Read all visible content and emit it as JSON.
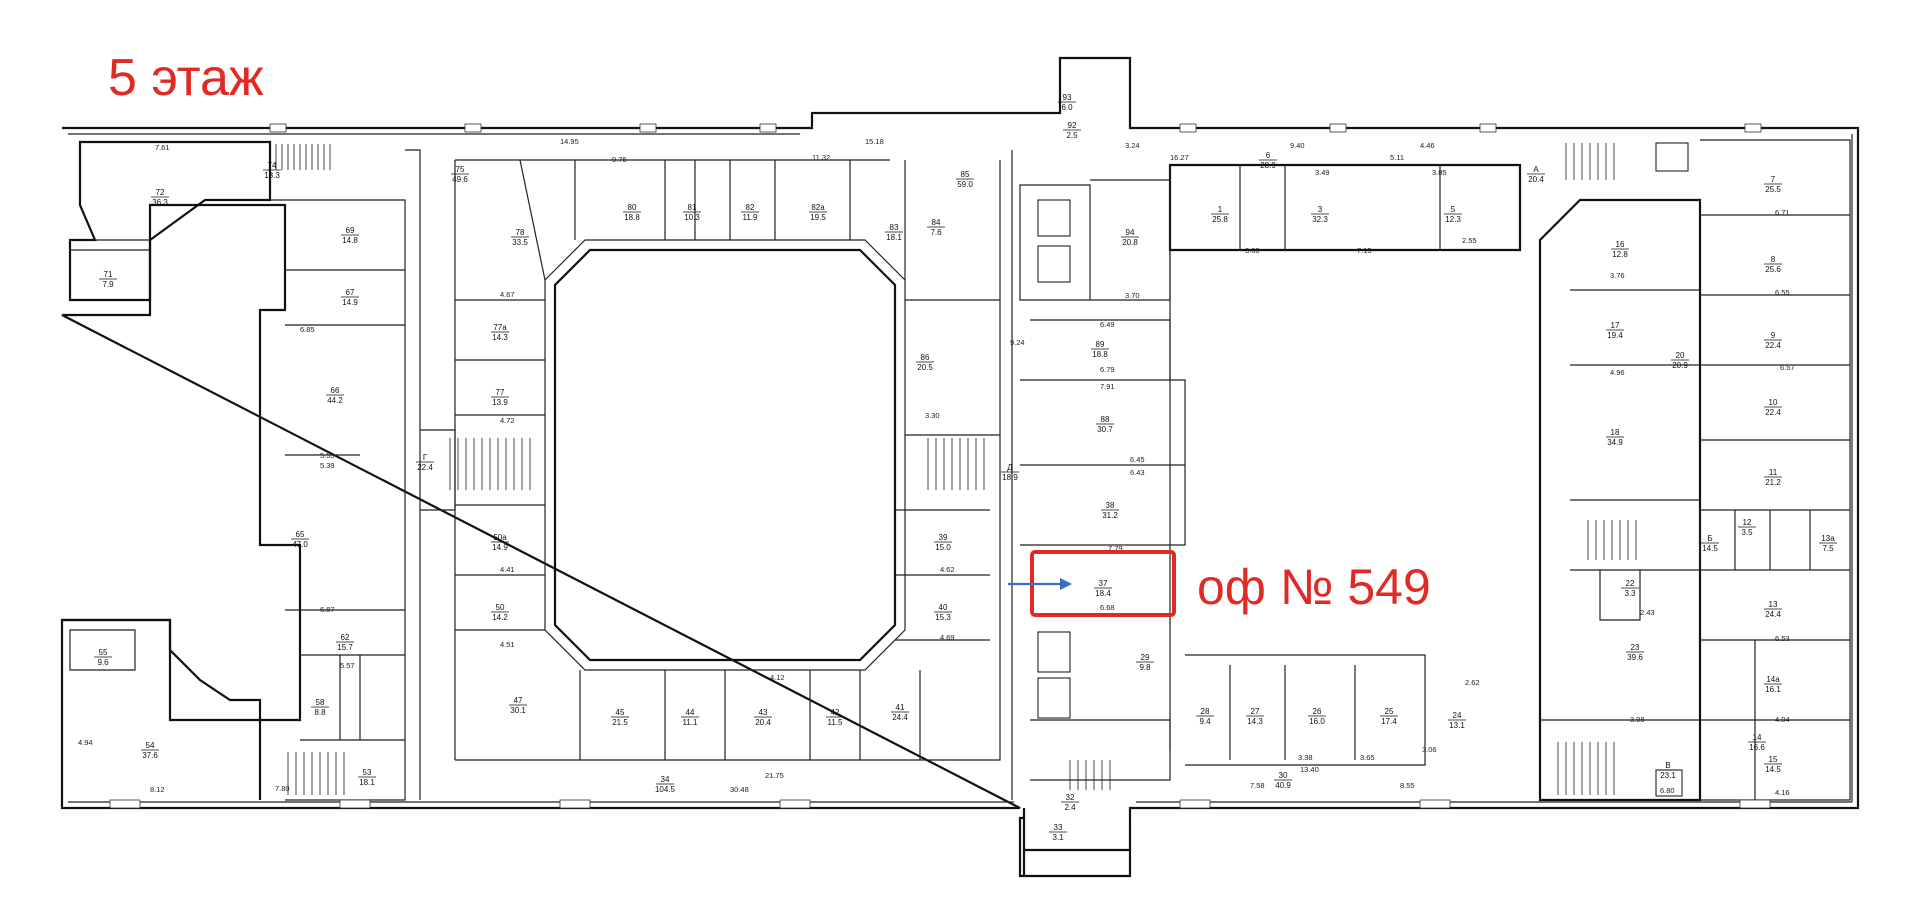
{
  "floor_title": "5 этаж",
  "office_label": "оф № 549",
  "colors": {
    "highlight": "#e02a26",
    "arrow": "#3a6ebf"
  },
  "rooms": [
    {
      "num": "72",
      "area": "36.3"
    },
    {
      "num": "71",
      "area": "7.9"
    },
    {
      "num": "74",
      "area": "18.3"
    },
    {
      "num": "69",
      "area": "14.8"
    },
    {
      "num": "67",
      "area": "14.9"
    },
    {
      "num": "66",
      "area": "44.2"
    },
    {
      "num": "65",
      "area": "47.0"
    },
    {
      "num": "62",
      "area": "15.7"
    },
    {
      "num": "58",
      "area": "8.8"
    },
    {
      "num": "55",
      "area": "9.6"
    },
    {
      "num": "54",
      "area": "37.6"
    },
    {
      "num": "53",
      "area": "18.1"
    },
    {
      "num": "75",
      "area": "49.6"
    },
    {
      "num": "78",
      "area": "33.5"
    },
    {
      "num": "77а",
      "area": "14.3"
    },
    {
      "num": "77",
      "area": "13.9"
    },
    {
      "num": "Г",
      "area": "22.4"
    },
    {
      "num": "50а",
      "area": "14.9"
    },
    {
      "num": "50",
      "area": "14.2"
    },
    {
      "num": "47",
      "area": "30.1"
    },
    {
      "num": "45",
      "area": "21.5"
    },
    {
      "num": "44",
      "area": "11.1"
    },
    {
      "num": "43",
      "area": "20.4"
    },
    {
      "num": "42",
      "area": "11.5"
    },
    {
      "num": "41",
      "area": "24.4"
    },
    {
      "num": "34",
      "area": "104.5"
    },
    {
      "num": "80",
      "area": "18.8"
    },
    {
      "num": "81",
      "area": "10.3"
    },
    {
      "num": "82",
      "area": "11.9"
    },
    {
      "num": "82а",
      "area": "19.5"
    },
    {
      "num": "83",
      "area": "18.1"
    },
    {
      "num": "84",
      "area": "7.6"
    },
    {
      "num": "85",
      "area": "59.0"
    },
    {
      "num": "86",
      "area": "20.5"
    },
    {
      "num": "93",
      "area": "6.0"
    },
    {
      "num": "94",
      "area": "20.8"
    },
    {
      "num": "89",
      "area": "18.8"
    },
    {
      "num": "88",
      "area": "30.7"
    },
    {
      "num": "38",
      "area": "31.2"
    },
    {
      "num": "39",
      "area": "15.0"
    },
    {
      "num": "40",
      "area": "15.3"
    },
    {
      "num": "Д",
      "area": "18.9"
    },
    {
      "num": "37",
      "area": "18.4"
    },
    {
      "num": "1",
      "area": "25.8"
    },
    {
      "num": "3",
      "area": "32.3"
    },
    {
      "num": "5",
      "area": "12.3"
    },
    {
      "num": "6",
      "area": "28.9"
    },
    {
      "num": "А",
      "area": "20.4"
    },
    {
      "num": "29",
      "area": "9.8"
    },
    {
      "num": "28",
      "area": "9.4"
    },
    {
      "num": "27",
      "area": "14.3"
    },
    {
      "num": "26",
      "area": "16.0"
    },
    {
      "num": "25",
      "area": "17.4"
    },
    {
      "num": "24",
      "area": "13.1"
    },
    {
      "num": "30",
      "area": "40.9"
    },
    {
      "num": "16",
      "area": "12.8"
    },
    {
      "num": "17",
      "area": "19.4"
    },
    {
      "num": "18",
      "area": "34.9"
    },
    {
      "num": "20",
      "area": "20.9"
    },
    {
      "num": "23",
      "area": "39.6"
    },
    {
      "num": "22",
      "area": "3.3"
    },
    {
      "num": "Б",
      "area": "14.5"
    },
    {
      "num": "В",
      "area": "23.1"
    },
    {
      "num": "7",
      "area": "25.5"
    },
    {
      "num": "8",
      "area": "25.6"
    },
    {
      "num": "9",
      "area": "22.4"
    },
    {
      "num": "10",
      "area": "22.4"
    },
    {
      "num": "11",
      "area": "21.2"
    },
    {
      "num": "13а",
      "area": "7.5"
    },
    {
      "num": "13",
      "area": "24.4"
    },
    {
      "num": "14а",
      "area": "16.1"
    },
    {
      "num": "14",
      "area": "16.6"
    },
    {
      "num": "15",
      "area": "14.5"
    },
    {
      "num": "12",
      "area": "3.5"
    },
    {
      "num": "33",
      "area": "3.1"
    },
    {
      "num": "32",
      "area": "2.4"
    },
    {
      "num": "92",
      "area": "2.5"
    }
  ],
  "dimensions": [
    "7.61",
    "14.95",
    "15.18",
    "9.40",
    "4.46",
    "6.57",
    "3.24",
    "11.32",
    "9.76",
    "16.27",
    "5.11",
    "6.85",
    "5.53",
    "5.39",
    "6.87",
    "5.57",
    "4.67",
    "4.72",
    "4.41",
    "4.51",
    "4.12",
    "21.75",
    "30.48",
    "8.12",
    "7.80",
    "7.58",
    "8.55",
    "6.80",
    "6.71",
    "6.55",
    "6.53",
    "4.04",
    "4.16",
    "3.30",
    "6.79",
    "7.91",
    "6.45",
    "6.43",
    "7.79",
    "6.68",
    "6.49",
    "4.62",
    "4.69",
    "3.70",
    "3.00",
    "7.15",
    "3.49",
    "3.85",
    "2.55",
    "3.98",
    "4.94",
    "4.96",
    "3.76",
    "2.43",
    "3.38",
    "13.40",
    "3.65",
    "3.06",
    "2.62",
    "9.24"
  ]
}
